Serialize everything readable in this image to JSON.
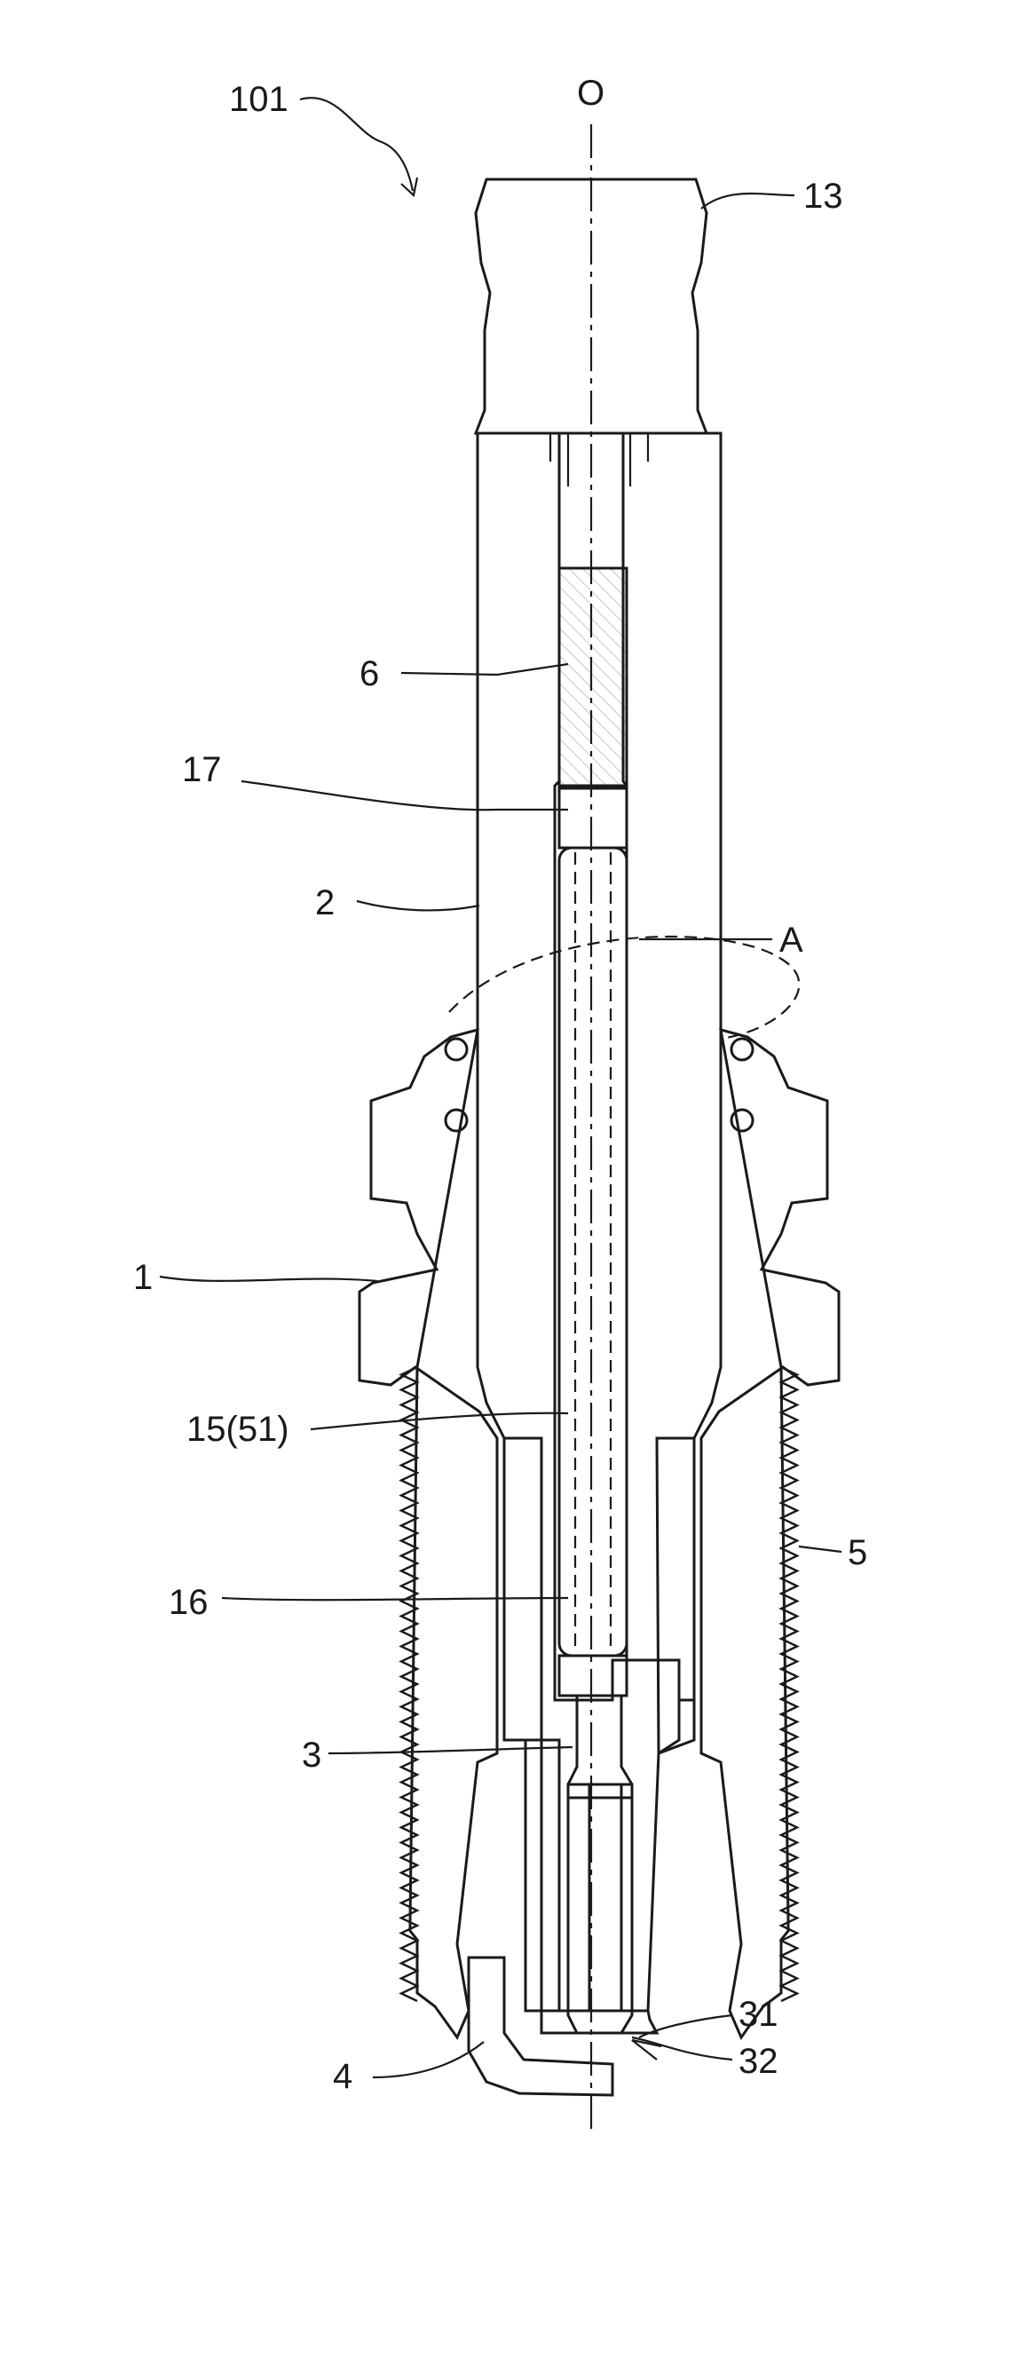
{
  "figure": {
    "labels": {
      "assembly": "101",
      "axis": "O",
      "terminal": "13",
      "axial_hole": "6",
      "seal_upper": "17",
      "insulator": "2",
      "detail": "A",
      "metal_shell": "1",
      "resistor": "15(51)",
      "thread": "5",
      "seal_lower": "16",
      "center_electrode": "3",
      "tip": "31",
      "gap": "32",
      "ground_electrode": "4"
    }
  }
}
